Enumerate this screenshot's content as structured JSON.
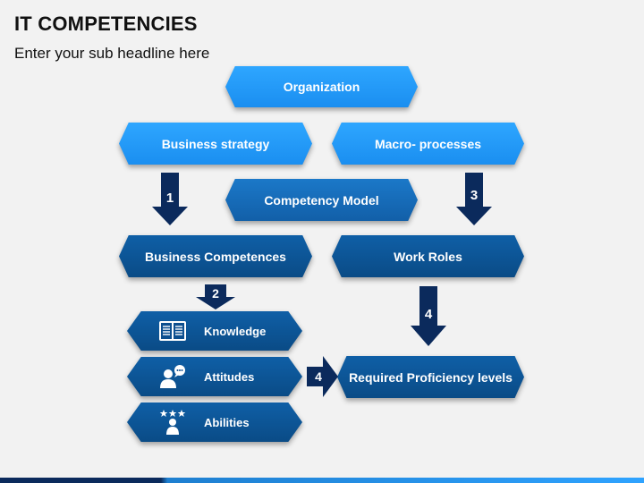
{
  "header": {
    "title": "IT COMPETENCIES",
    "subtitle": "Enter your sub headline here"
  },
  "nodes": {
    "organization": "Organization",
    "business_strategy": "Business strategy",
    "macro_processes": "Macro- processes",
    "competency_model": "Competency Model",
    "business_competences": "Business Competences",
    "work_roles": "Work Roles",
    "knowledge": "Knowledge",
    "attitudes": "Attitudes",
    "abilities": "Abilities",
    "required_proficiency": "Required Proficiency levels"
  },
  "arrows": {
    "a1": "1",
    "a2": "2",
    "a3": "3",
    "a4_down": "4",
    "a4_right": "4"
  },
  "icons": {
    "knowledge": "book-icon",
    "attitudes": "person-speech-icon",
    "abilities": "person-stars-icon"
  },
  "colors": {
    "light": "#2196f3",
    "mid": "#1565c0",
    "dark": "#0d5aa0",
    "arrow": "#0b2a5c"
  }
}
